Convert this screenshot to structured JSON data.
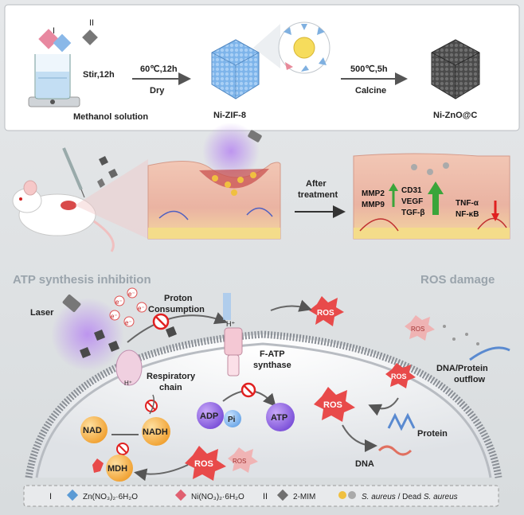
{
  "top": {
    "label_i": "I",
    "label_ii": "II",
    "stir": "Stir,12h",
    "methanol": "Methanol solution",
    "cond1_top": "60℃,12h",
    "cond1_bottom": "Dry",
    "product1": "Ni-ZIF-8",
    "cond2_top": "500℃,5h",
    "cond2_bottom": "Calcine",
    "product2": "Ni-ZnO@C"
  },
  "middle": {
    "after": "After",
    "treatment": "treatment",
    "mmp2": "MMP2",
    "mmp9": "MMP9",
    "cd31": "CD31",
    "vegf": "VEGF",
    "tgfb": "TGF-β",
    "tnfa": "TNF-α",
    "nfkb": "NF-κB"
  },
  "bottom": {
    "atp_inhibition": "ATP synthesis inhibition",
    "ros_damage": "ROS damage",
    "laser": "Laser",
    "e": "e⁻",
    "proton": "Proton",
    "consumption": "Consumption",
    "h_plus": "H⁺",
    "respiratory": "Respiratory",
    "chain": "chain",
    "fatp1": "F-ATP",
    "fatp2": "synthase",
    "ros": "ROS",
    "dna_protein1": "DNA/Protein",
    "dna_protein2": "outflow",
    "protein": "Protein",
    "dna": "DNA",
    "adp": "ADP",
    "pi": "Pi",
    "atp": "ATP",
    "nad": "NAD",
    "nadh": "NADH",
    "mdh": "MDH"
  },
  "legend": {
    "i": "I",
    "zn_label": "Zn(NO₃)₂·6H₂O",
    "ni_label": "Ni(NO₃)₂·6H₂O",
    "ii": "II",
    "mim_label": "2-MIM",
    "sa_label": "S. aureus",
    "sa_sep": " / Dead ",
    "sa_label2": "S. aureus"
  },
  "colors": {
    "zn": "#5b9bd5",
    "ni": "#e06070",
    "mim": "#707070",
    "green_arrow": "#3aa53a",
    "red_arrow": "#e02020",
    "ros_fill": "#e84a4a"
  }
}
